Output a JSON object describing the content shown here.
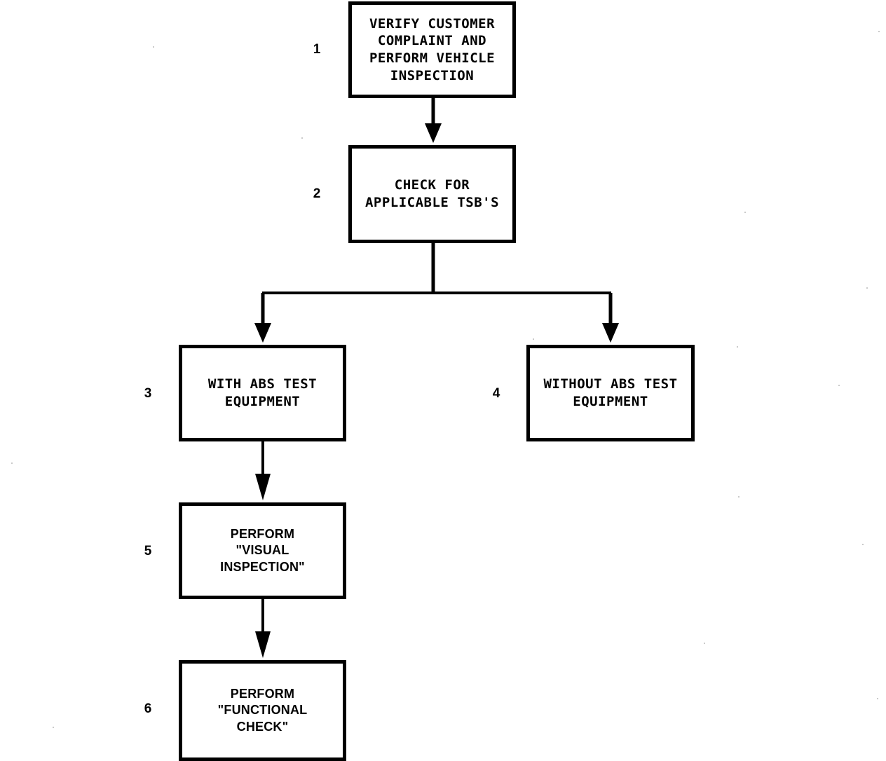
{
  "diagram": {
    "type": "flowchart",
    "orientation": "top-down",
    "background_color": "#ffffff",
    "line_color": "#000000",
    "nodes": [
      {
        "step": "1",
        "text": "VERIFY CUSTOMER\nCOMPLAINT AND\nPERFORM VEHICLE\nINSPECTION",
        "shape": "rectangle"
      },
      {
        "step": "2",
        "text": "CHECK FOR\nAPPLICABLE TSB'S",
        "shape": "rectangle"
      },
      {
        "step": "3",
        "text": "WITH ABS TEST\nEQUIPMENT",
        "shape": "rectangle"
      },
      {
        "step": "4",
        "text": "WITHOUT ABS TEST\nEQUIPMENT",
        "shape": "rectangle"
      },
      {
        "step": "5",
        "text": "PERFORM\n\"VISUAL\nINSPECTION\"",
        "shape": "rectangle"
      },
      {
        "step": "6",
        "text": "PERFORM\n\"FUNCTIONAL\nCHECK\"",
        "shape": "rectangle"
      }
    ],
    "connections": [
      {
        "from": "1",
        "to": "2",
        "style": "straight-arrow-down"
      },
      {
        "from": "2",
        "to": "3",
        "style": "branch-arrow-down-left"
      },
      {
        "from": "2",
        "to": "4",
        "style": "branch-arrow-down-right"
      },
      {
        "from": "3",
        "to": "5",
        "style": "straight-arrow-down"
      },
      {
        "from": "5",
        "to": "6",
        "style": "straight-arrow-down"
      }
    ]
  }
}
